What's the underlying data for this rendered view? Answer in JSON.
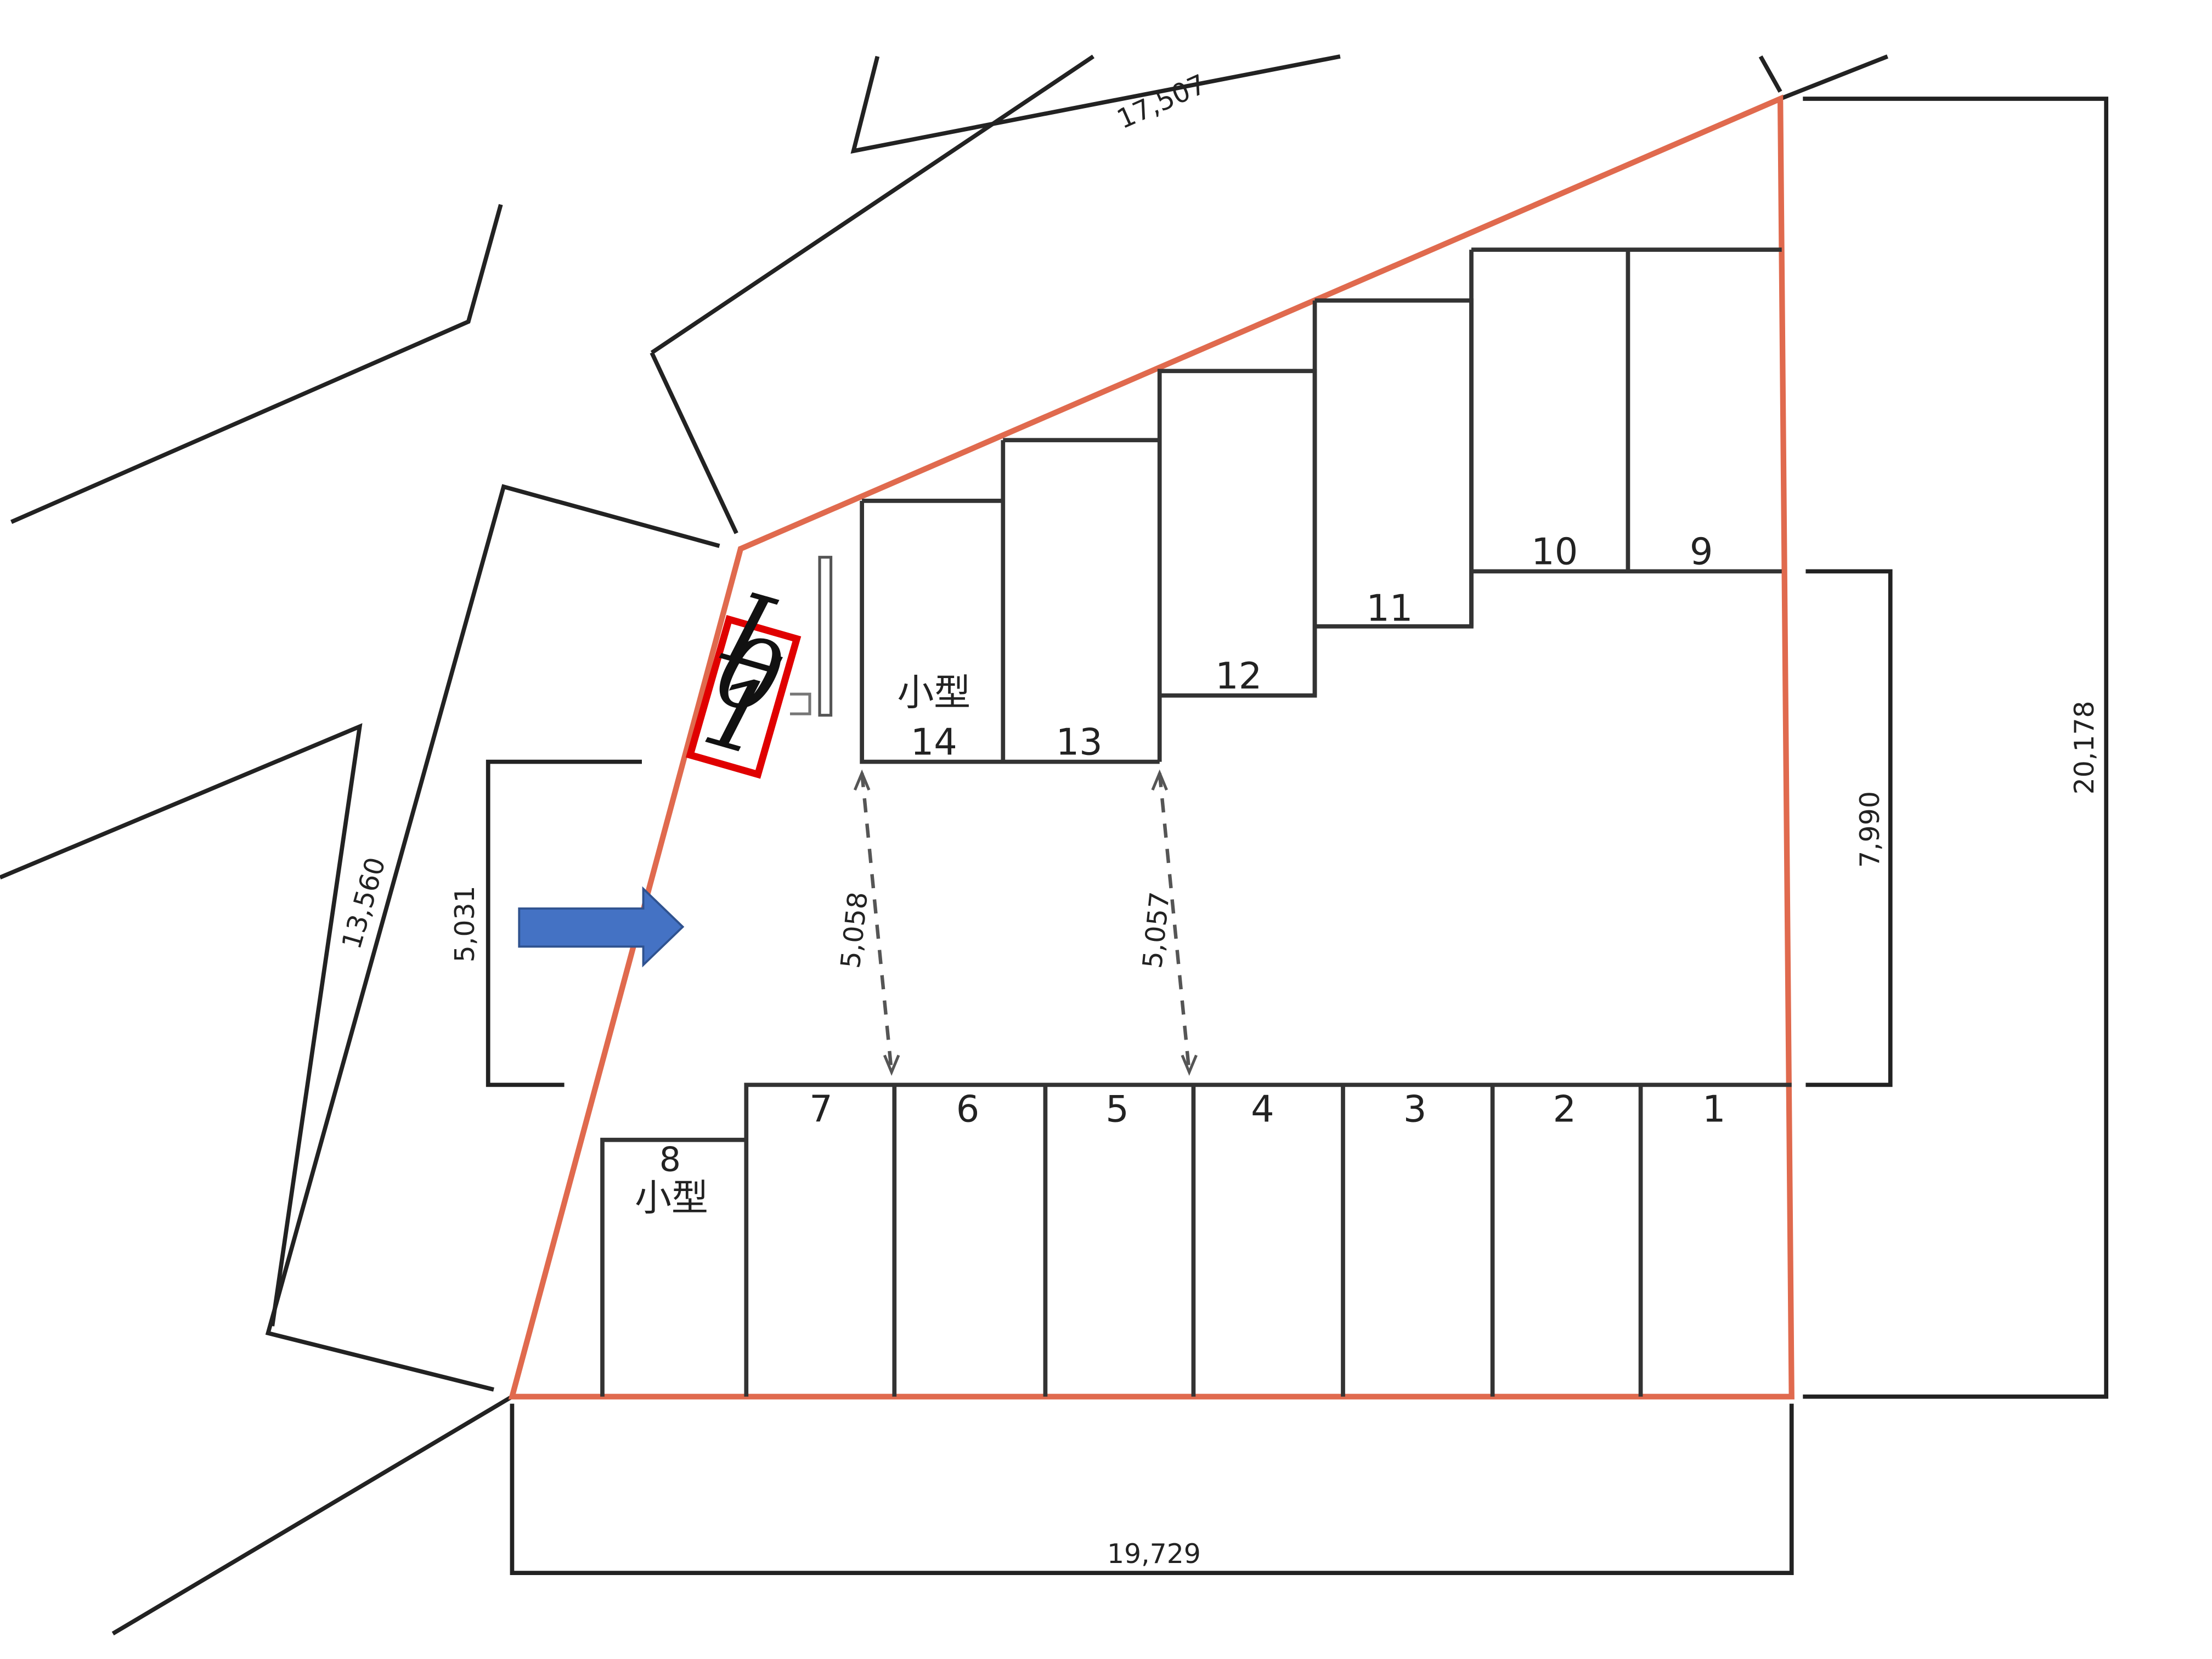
{
  "site": {
    "dimensions": {
      "top_edge": "17,507",
      "left_edge": "13,560",
      "entrance_width": "5,031",
      "aisle_left": "5,058",
      "aisle_right": "5,057",
      "right_lower": "7,990",
      "right_total": "20,178",
      "bottom_edge": "19,729"
    },
    "small_car_label": "小型",
    "sign_label": [
      "L",
      "0",
      "1"
    ],
    "stalls_bottom": [
      "1",
      "2",
      "3",
      "4",
      "5",
      "6",
      "7"
    ],
    "stall_8": "8",
    "stalls_top": [
      "9",
      "10",
      "11",
      "12",
      "13",
      "14"
    ],
    "colors": {
      "lot_boundary": "#e06a4e",
      "sign_border": "#e00000",
      "entrance_arrow": "#4472c4"
    },
    "icons": [
      "entrance-arrow-icon"
    ]
  }
}
